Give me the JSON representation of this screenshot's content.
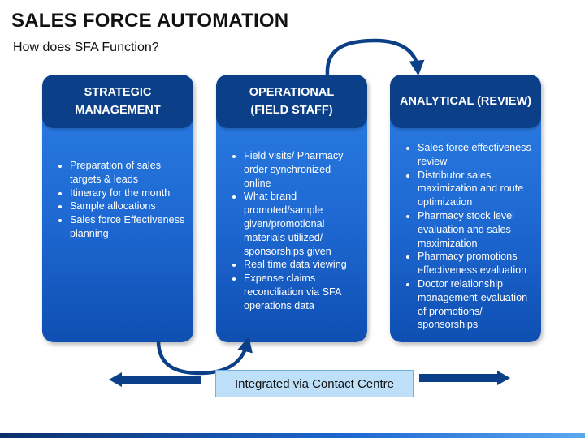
{
  "slide": {
    "title": "SALES FORCE AUTOMATION",
    "subtitle": "How does SFA Function?"
  },
  "colors": {
    "header": "#0b3f87",
    "card_top": "#2c7fe6",
    "card_bottom": "#0f4fb2",
    "arrow": "#0b3f87",
    "contact_box": "#bde0f8"
  },
  "cards": [
    {
      "header": "STRATEGIC\nMANAGEMENT",
      "items": [
        "Preparation of sales targets & leads",
        "Itinerary for the month",
        "Sample allocations",
        "Sales force Effectiveness planning"
      ]
    },
    {
      "header": "OPERATIONAL\n(FIELD STAFF)",
      "items": [
        "Field visits/ Pharmacy order synchronized online",
        "What brand promoted/sample given/promotional materials utilized/ sponsorships given",
        "Real time data viewing",
        "Expense claims reconciliation via SFA operations data"
      ]
    },
    {
      "header": "ANALYTICAL (REVIEW)",
      "items": [
        "Sales force effectiveness review",
        "Distributor sales maximization and route optimization",
        "Pharmacy stock level evaluation and sales maximization",
        "Pharmacy promotions effectiveness evaluation",
        "Doctor relationship management-evaluation of promotions/ sponsorships"
      ]
    }
  ],
  "contact": {
    "label": "Integrated via Contact Centre"
  },
  "icons": {
    "left": "arrow-left-icon",
    "right": "arrow-right-icon",
    "curve1": "curved-arrow-icon",
    "curve2": "curved-arrow-icon"
  }
}
